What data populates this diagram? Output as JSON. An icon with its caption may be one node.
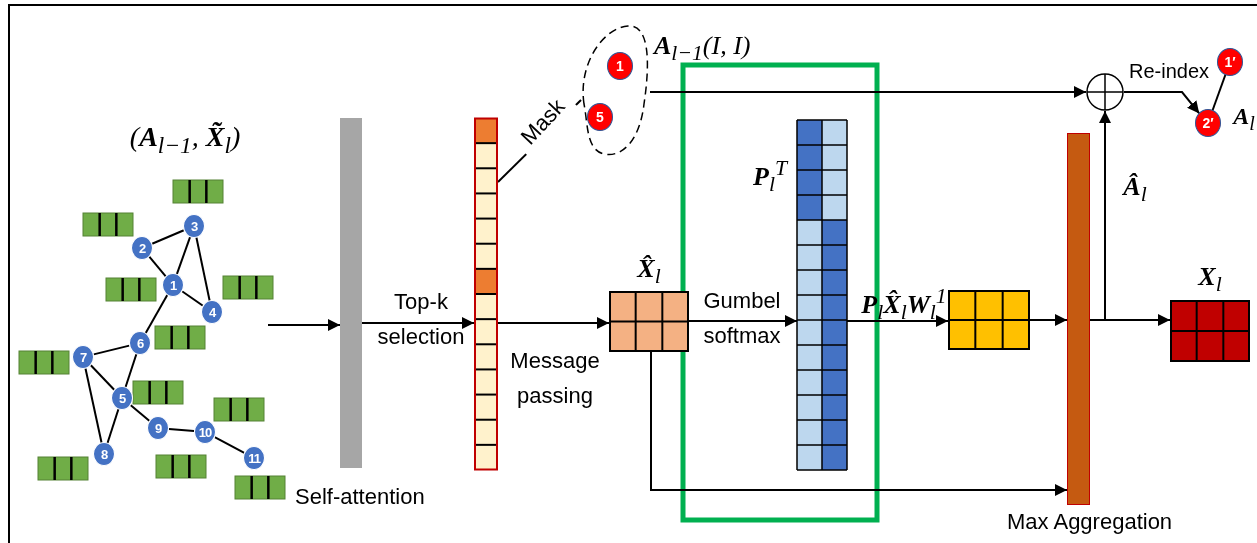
{
  "diagram": {
    "nodes": [
      {
        "text": [
          "1"
        ]
      },
      {
        "text": [
          "2"
        ]
      },
      {
        "text": [
          "3"
        ]
      },
      {
        "text": [
          "4"
        ]
      },
      {
        "text": [
          "5"
        ]
      },
      {
        "text": [
          "6"
        ]
      },
      {
        "text": [
          "7"
        ]
      },
      {
        "text": [
          "8"
        ]
      },
      {
        "text": [
          "9"
        ]
      },
      {
        "text": [
          "10"
        ]
      },
      {
        "text": [
          "11"
        ]
      },
      {
        "text": [
          "Self-attention"
        ]
      },
      {
        "text": [],
        "shape": "bar"
      },
      {
        "text": [],
        "shape": "circle",
        "beside": [
          "**A**$_{l−1}$(I, I)"
        ]
      },
      {
        "text": [
          "1"
        ],
        "in": 13
      },
      {
        "text": [
          "5"
        ],
        "in": 13
      },
      {
        "text": [
          "**X̂**$_{l}$"
        ]
      },
      {
        "text": [
          "**P**$_{l}$$^{T}$"
        ]
      },
      {
        "text": [],
        "shape": "box"
      },
      {
        "text": [
          "Max Aggregation"
        ]
      },
      {
        "text": [
          "**X**$_{l}$"
        ]
      },
      {
        "text": [],
        "shape": "circle"
      },
      {
        "text": [
          "1′"
        ]
      },
      {
        "text": [
          "2′"
        ]
      }
    ],
    "edges": [
      {
        "from": 2,
        "to": 1,
        "arrow": "none"
      },
      {
        "from": 1,
        "to": 0,
        "arrow": "none"
      },
      {
        "from": 0,
        "to": 2,
        "arrow": "none"
      },
      {
        "from": 2,
        "to": 3,
        "arrow": "none"
      },
      {
        "from": 0,
        "to": 3,
        "arrow": "none"
      },
      {
        "from": 0,
        "to": 5,
        "arrow": "none"
      },
      {
        "from": 5,
        "to": 6,
        "arrow": "none"
      },
      {
        "from": 6,
        "to": 4,
        "arrow": "none"
      },
      {
        "from": 5,
        "to": 4,
        "arrow": "none"
      },
      {
        "from": 6,
        "to": 7,
        "arrow": "none"
      },
      {
        "from": 7,
        "to": 4,
        "arrow": "none"
      },
      {
        "from": 4,
        "to": 8,
        "arrow": "none"
      },
      {
        "from": 8,
        "to": 9,
        "arrow": "none"
      },
      {
        "from": 9,
        "to": 10,
        "arrow": "none"
      },
      {
        "from": null,
        "to": 11,
        "arrow": "to"
      },
      {
        "from": 11,
        "to": 12,
        "arrow": "to",
        "label": "Top-k selection"
      },
      {
        "from": 12,
        "to": 13,
        "arrow": "none",
        "label": "Mask"
      },
      {
        "from": 12,
        "to": 16,
        "arrow": "to",
        "label": "Message passing"
      },
      {
        "from": 16,
        "to": 17,
        "arrow": "to",
        "label": "Gumbel softmax"
      },
      {
        "from": 17,
        "to": 18,
        "arrow": "to",
        "label": "**P**$_{l}$**X̂**$_{l}$**W**$_{l}$$^{1}$"
      },
      {
        "from": 18,
        "to": 19,
        "arrow": "to"
      },
      {
        "from": 16,
        "to": 19,
        "arrow": "to"
      },
      {
        "from": 19,
        "to": 20,
        "arrow": "to"
      },
      {
        "from": 19,
        "to": 21,
        "arrow": "to",
        "label": "**Â**$_{l}$"
      },
      {
        "from": 13,
        "to": 21,
        "arrow": "to"
      },
      {
        "from": 21,
        "to": 23,
        "arrow": "to",
        "label": "Re-index"
      },
      {
        "from": 22,
        "to": 23,
        "arrow": "none"
      }
    ],
    "labels": [
      "(**A**$_{l−1}$, **X̃**$_{l}$)",
      "**A**$_{l}$"
    ]
  }
}
